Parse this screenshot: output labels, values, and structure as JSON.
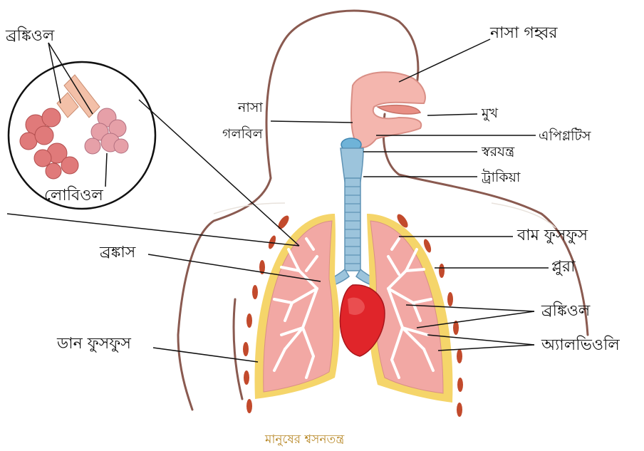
{
  "labels": {
    "bronchiole_inset": "ব্রঙ্কিওল",
    "lobule": "লোবিওল",
    "nasal_cavity": "নাসা গহ্বর",
    "pharynx_line1": "নাসা",
    "pharynx_line2": "গলবিল",
    "mouth": "মুখ",
    "epiglottis": "এপিগ্লটিস",
    "larynx": "স্বরযন্ত্র",
    "trachea": "ট্রাকিয়া",
    "left_lung": "বাম ফুসফুস",
    "bronchus": "ব্রঙ্কাস",
    "pleura": "প্লুরা",
    "bronchiole": "ব্রঙ্কিওল",
    "right_lung": "ডান ফুসফুস",
    "alveoli": "অ্যালভিওলি"
  },
  "caption": "মানুষের শ্বসনতন্ত্র",
  "colors": {
    "body_outline": "#8a5a50",
    "nasal": "#f4b6ae",
    "trachea": "#9cc4dc",
    "larynx": "#6fb3d8",
    "lung": "#f2a8a4",
    "pleura": "#f5d56a",
    "bronchi": "#ffffff",
    "heart": "#e0252a",
    "rib": "#c24a2c",
    "caption": "#b98a2a"
  }
}
